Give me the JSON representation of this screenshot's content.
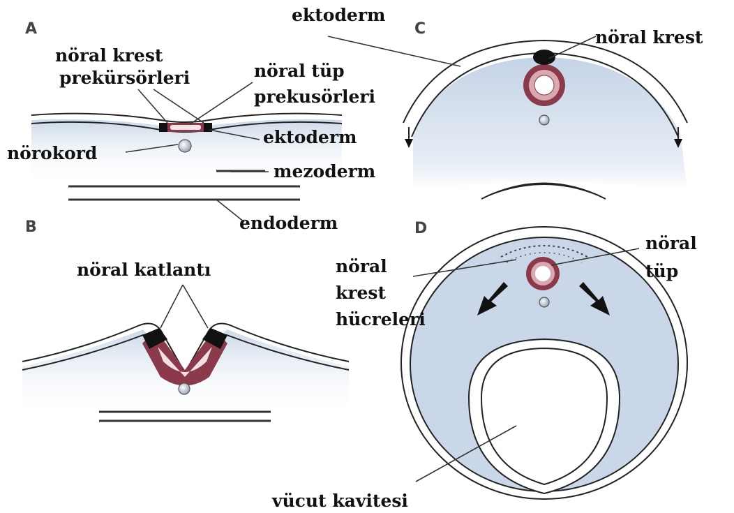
{
  "panels": {
    "a": "A",
    "b": "B",
    "c": "C",
    "d": "D"
  },
  "labels": {
    "a_neural_crest_precursors_line1": "nöral krest",
    "a_neural_crest_precursors_line2": "prekürsörleri",
    "a_neural_tube_precursors_line1": "nöral tüp",
    "a_neural_tube_precursors_line2": "prekusörleri",
    "a_ectoderm": "ektoderm",
    "a_notochord": "nörokord",
    "a_mesoderm": "mezoderm",
    "a_endoderm": "endoderm",
    "b_neural_fold": "nöral katlantı",
    "c_ectoderm": "ektoderm",
    "c_neural_crest": "nöral krest",
    "d_neural_tube_line1": "nöral",
    "d_neural_tube_line2": "tüp",
    "d_neural_crest_cells_line1": "nöral",
    "d_neural_crest_cells_line2": "krest",
    "d_neural_crest_cells_line3": "hücreleri",
    "d_body_cavity": "vücut kavitesi"
  },
  "colors": {
    "tissue_fill": "#c9d7e8",
    "neural_tube": "#8a3a4a",
    "neural_crest": "#111111",
    "line": "#222222"
  }
}
